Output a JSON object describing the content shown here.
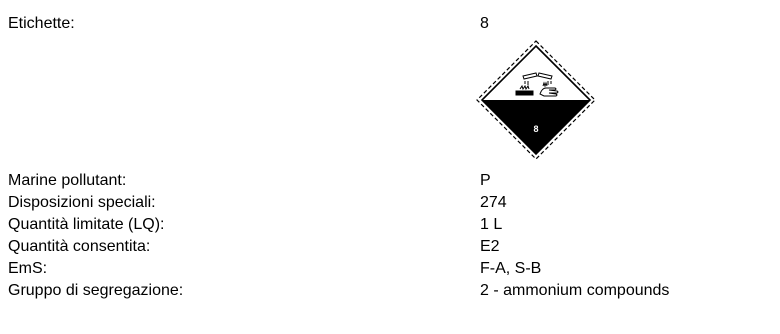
{
  "labels": {
    "etichette": "Etichette:",
    "marine_pollutant": "Marine pollutant:",
    "disposizioni_speciali": "Disposizioni speciali:",
    "quantita_limitate": "Quantità limitate (LQ):",
    "quantita_consentita": "Quantità consentita:",
    "ems": "EmS:",
    "gruppo_segregazione": "Gruppo di segregazione:"
  },
  "values": {
    "etichette": "8",
    "marine_pollutant": "P",
    "disposizioni_speciali": "274",
    "quantita_limitate": "1 L",
    "quantita_consentita": "E2",
    "ems": "F-A, S-B",
    "gruppo_segregazione": "2 - ammonium compounds"
  },
  "pictogram": {
    "icon": "corrosive-hazard-class-8-icon",
    "class_number": "8"
  }
}
